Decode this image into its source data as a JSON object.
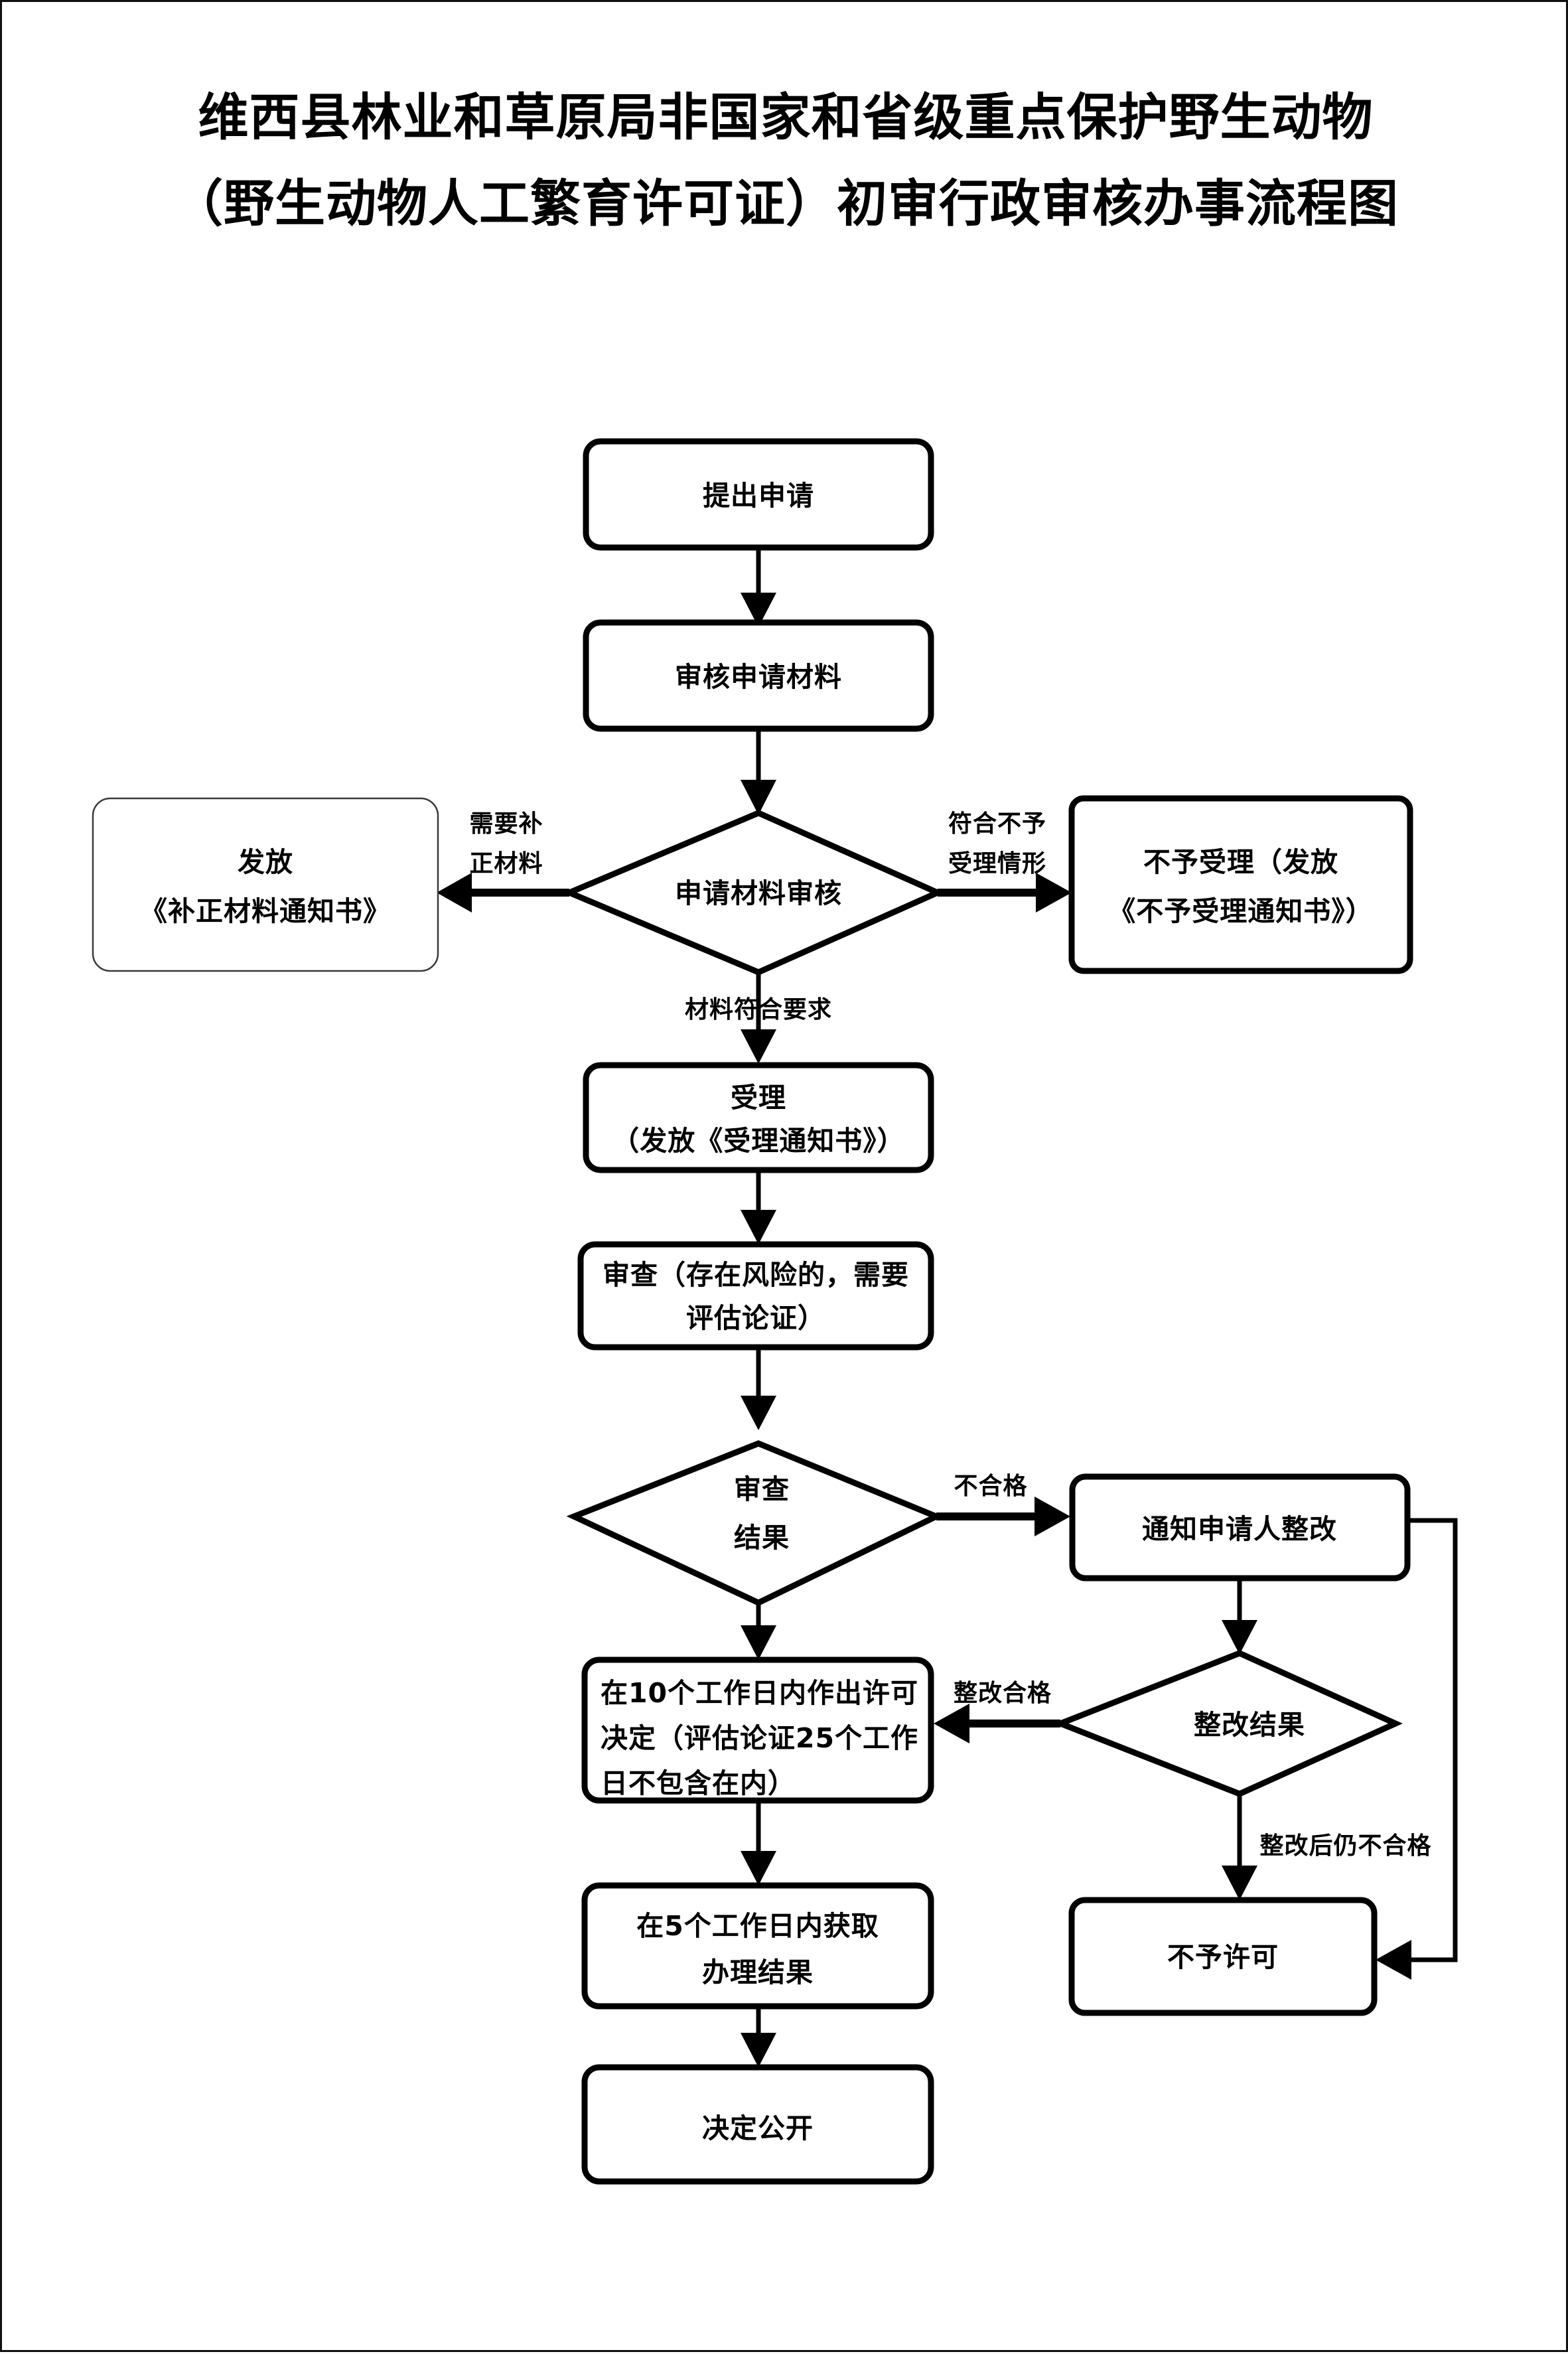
{
  "document": {
    "title_line1": "维西县林业和草原局非国家和省级重点保护野生动物",
    "title_line2": "（野生动物人工繁育许可证）初审行政审核办事流程图"
  },
  "colors": {
    "ink": "#000000",
    "page_border": "#111111",
    "light_box_border": "#3a3a3a",
    "background": "#ffffff"
  },
  "nodes": {
    "submit_application": {
      "label": "提出申请"
    },
    "review_materials": {
      "label": "审核申请材料"
    },
    "material_decision": {
      "label": "申请材料审核"
    },
    "issue_correction_notice": {
      "line1": "发放",
      "line2": "《补正材料通知书》"
    },
    "reject_acceptance": {
      "line1": "不予受理（发放",
      "line2": "《不予受理通知书》）"
    },
    "accept_case": {
      "line1": "受理",
      "line2": "（发放《受理通知书》）"
    },
    "examination": {
      "line1": "审查（存在风险的，需要",
      "line2": "评估论证）"
    },
    "exam_result_decision": {
      "line1": "审查",
      "line2": "结果"
    },
    "notify_rectify": {
      "label": "通知申请人整改"
    },
    "permit_decision_10days": {
      "line1": "在10个工作日内作出许可",
      "line2": "决定（评估论证25个工作",
      "line3": "日不包含在内）"
    },
    "rectify_result_decision": {
      "label": "整改结果"
    },
    "obtain_result_5days": {
      "line1": "在5个工作日内获取",
      "line2": "办理结果"
    },
    "no_permit": {
      "label": "不予许可"
    },
    "decision_public": {
      "label": "决定公开"
    }
  },
  "edge_labels": {
    "need_correction_line1": "需要补",
    "need_correction_line2": "正材料",
    "matches_reject_line1": "符合不予",
    "matches_reject_line2": "受理情形",
    "materials_ok": "材料符合要求",
    "unqualified": "不合格",
    "rectify_qualified": "整改合格",
    "still_unqualified_after_rectify": "整改后仍不合格"
  }
}
